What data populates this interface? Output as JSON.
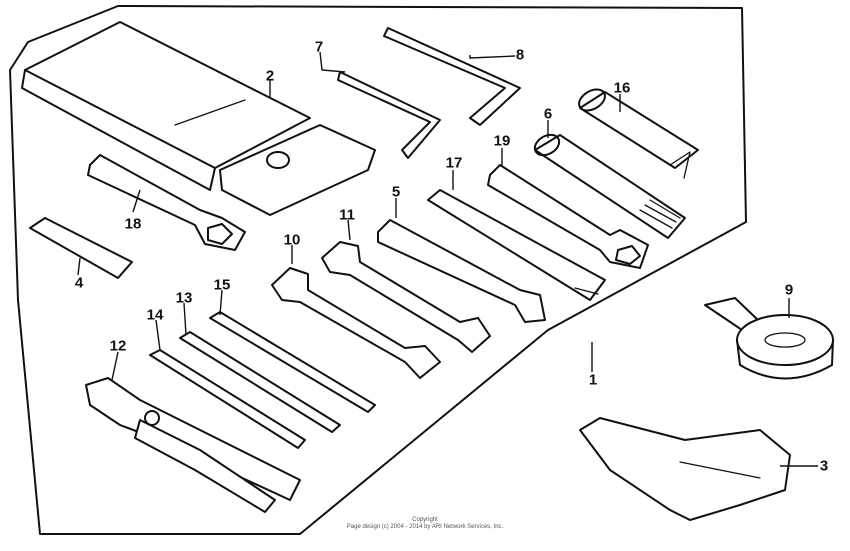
{
  "diagram": {
    "parts": [
      {
        "id": "1",
        "label": "1"
      },
      {
        "id": "2",
        "label": "2"
      },
      {
        "id": "3",
        "label": "3"
      },
      {
        "id": "4",
        "label": "4"
      },
      {
        "id": "5",
        "label": "5"
      },
      {
        "id": "6",
        "label": "6"
      },
      {
        "id": "7",
        "label": "7"
      },
      {
        "id": "8",
        "label": "8"
      },
      {
        "id": "9",
        "label": "9"
      },
      {
        "id": "10",
        "label": "10"
      },
      {
        "id": "11",
        "label": "11"
      },
      {
        "id": "12",
        "label": "12"
      },
      {
        "id": "13",
        "label": "13"
      },
      {
        "id": "14",
        "label": "14"
      },
      {
        "id": "15",
        "label": "15"
      },
      {
        "id": "16",
        "label": "16"
      },
      {
        "id": "17",
        "label": "17"
      },
      {
        "id": "18",
        "label": "18"
      },
      {
        "id": "19",
        "label": "19"
      }
    ],
    "copyright_line1": "Copyright",
    "copyright_line2": "Page design (c) 2004 - 2014 by ARI Network Services, Inc."
  }
}
